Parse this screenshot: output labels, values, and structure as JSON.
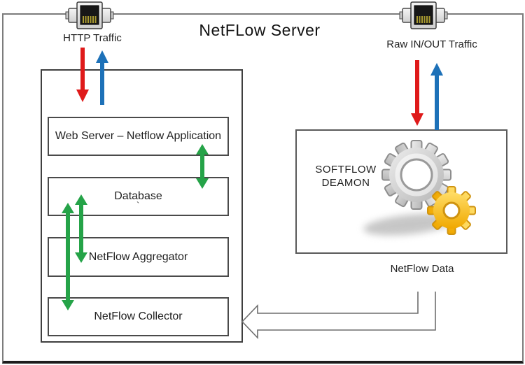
{
  "title": "NetFLow Server",
  "colors": {
    "red": "#df1a1a",
    "blue": "#1d71b8",
    "green": "#25a348",
    "outer-border": "#7c7c7c",
    "outline": "#6e6e6e",
    "text": "#1f1f1f",
    "gear-gray-light": "#ececec",
    "gear-gray-dark": "#b7b7b7",
    "gear-gray-stroke": "#8d8d8d",
    "gear-yellow-light": "#ffdd66",
    "gear-yellow-dark": "#f0a800",
    "gear-yellow-stroke": "#cf9310"
  },
  "icons": {
    "left_port": "ethernet-port-icon",
    "right_port": "ethernet-port-icon",
    "daemon": "gears-icon"
  },
  "labels": {
    "http_traffic": "HTTP Traffic",
    "raw_traffic": "Raw IN/OUT Traffic",
    "netflow_data": "NetFlow Data"
  },
  "server_stack": {
    "items": [
      {
        "label": "Web Server – Netflow Application"
      },
      {
        "label": "Database"
      },
      {
        "label": "NetFlow Aggregator"
      },
      {
        "label": "NetFlow Collector"
      }
    ]
  },
  "daemon": {
    "line1": "SOFTFLOW",
    "line2": "DEAMON"
  },
  "artifact": "`"
}
